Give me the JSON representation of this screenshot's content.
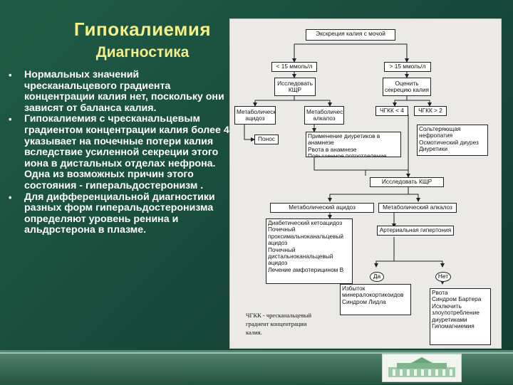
{
  "slide": {
    "title": "Гипокалиемия",
    "subtitle": "Диагностика",
    "bullets": [
      "Нормальных значений чресканальцевого градиента концентрации калия нет, поскольку они зависят от баланса калия.",
      "Гипокалиемия с чресканальцевым градиентом концентрации калия более 4 указывает на почечные потери калия вследствие усиленной секреции этого иона в дистальных отделах нефрона. Одна из возможных причин этого состояния - гиперальдостеронизм .",
      "Для дифференциальной диагностики разных форм гиперальдостеронизма определяют уровень ренина и альдрстерона в плазме."
    ]
  },
  "diagram": {
    "root": "Экскреция калия с мочой",
    "low": "< 15 ммоль/л",
    "high": "> 15 ммоль/л",
    "investigate_kshr": "Исследовать КЩР",
    "assess_secretion": "Оценить секрецию калия",
    "met_acidosis": "Метаболический ацидоз",
    "met_alkalosis": "Метаболический алкалоз",
    "tkgk_lt": "ЧГКК < 4",
    "tkgk_gt": "ЧГКК > 2",
    "diarrhea": "Понос",
    "diuretics_history": "Применение диуретиков в анамнезе\nРвота в анамнезе\nПовышенное потоотделение",
    "salt_wasting": "Сольтеряющая нефропатия\nОсмотический диурез\nДиуретики",
    "investigate_kshr2": "Исследовать КЩР",
    "met_acidosis2": "Метаболический ацидоз",
    "met_alkalosis2": "Метаболический алкалоз",
    "acidosis_causes": "Диабетический кетоацидоз\nПочечный проксимальноканальцевый ацидоз\nПочечный дистальноканальцевый ацидоз\nЛечение амфотерицином В",
    "hypertension": "Артериальная гипертония",
    "yes": "Да",
    "no": "Нет",
    "yes_causes": "Избыток минералокортикоидов\nСиндром Лидла",
    "no_causes": "Рвота\nСиндром Бартера\nИсключить злоупотребление диуретиками\nГипомагниемия",
    "note": "ЧГКК - чресканальцевый градиент концентрации калия."
  },
  "colors": {
    "title": "#f3f08a",
    "background": "#1f5c46",
    "diagram_bg": "#ebeae6"
  },
  "icons": {
    "bullet": "bullet-dot",
    "logo": "building-logo"
  }
}
